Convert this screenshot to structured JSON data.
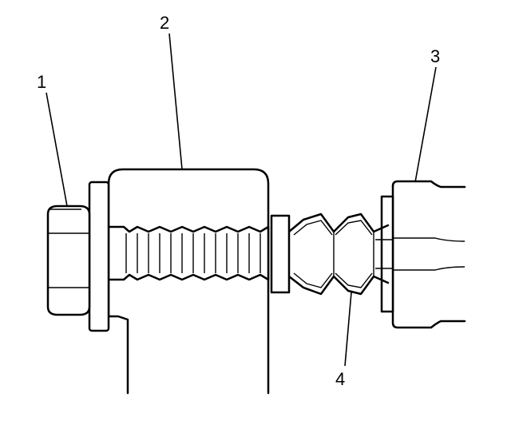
{
  "callouts": [
    {
      "id": "1",
      "label": "1",
      "part": "bolt"
    },
    {
      "id": "2",
      "label": "2",
      "part": "tool-body"
    },
    {
      "id": "3",
      "label": "3",
      "part": "shaft-housing"
    },
    {
      "id": "4",
      "label": "4",
      "part": "boot"
    }
  ],
  "colors": {
    "line": "#000000",
    "background": "#ffffff"
  }
}
